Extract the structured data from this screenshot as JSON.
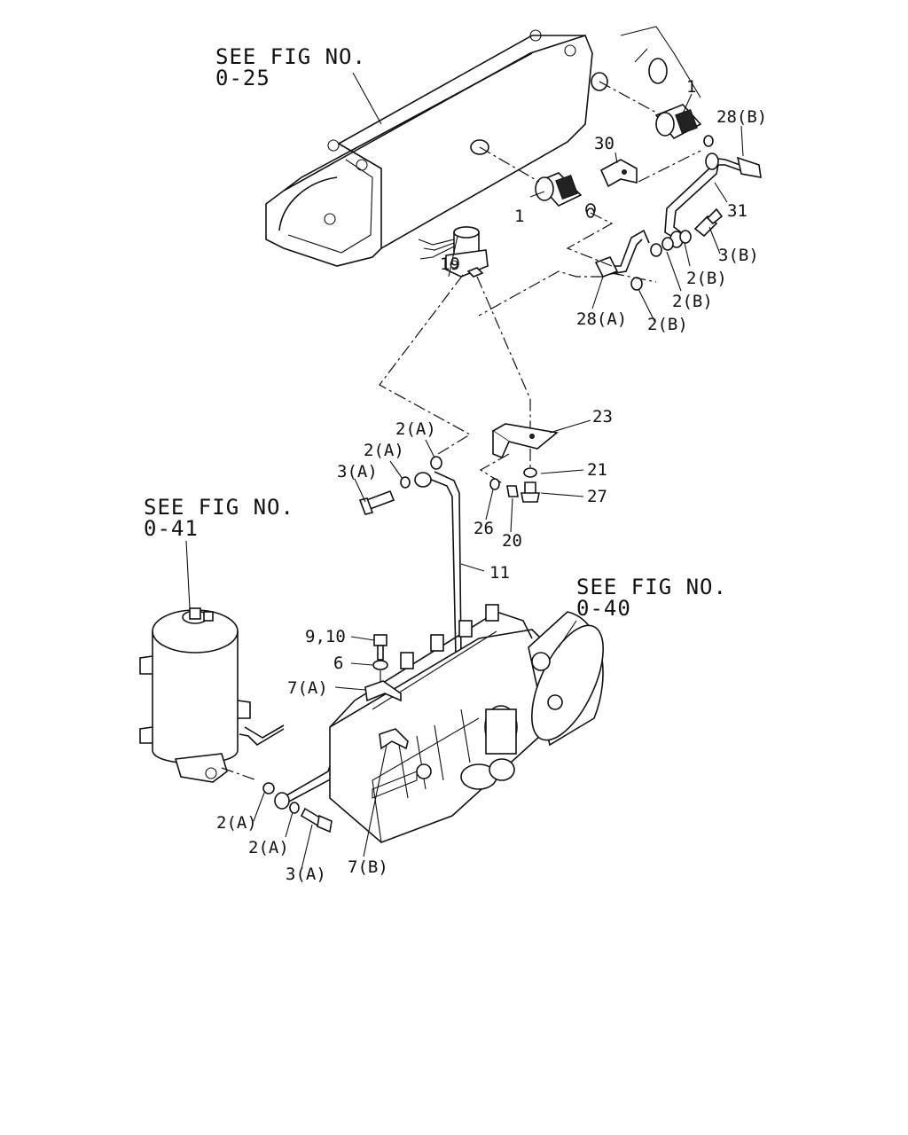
{
  "references": {
    "top": {
      "line1": "SEE FIG NO.",
      "line2": "0-25"
    },
    "left": {
      "line1": "SEE FIG NO.",
      "line2": "0-41"
    },
    "right": {
      "line1": "SEE FIG NO.",
      "line2": "0-40"
    }
  },
  "callouts": {
    "c1_upper": "1",
    "c1_lower": "1",
    "c28b": "28(B)",
    "c30": "30",
    "c31": "31",
    "c3b": "3(B)",
    "c2b_1": "2(B)",
    "c2b_2": "2(B)",
    "c2b_3": "2(B)",
    "c28a": "28(A)",
    "c19": "19",
    "c23": "23",
    "c21": "21",
    "c27": "27",
    "c26": "26",
    "c20": "20",
    "c2a_top1": "2(A)",
    "c2a_top2": "2(A)",
    "c3a_top": "3(A)",
    "c11": "11",
    "c9_10": "9,10",
    "c6": "6",
    "c7a": "7(A)",
    "c7b": "7(B)",
    "c2a_bot1": "2(A)",
    "c2a_bot2": "2(A)",
    "c3a_bot": "3(A)"
  }
}
